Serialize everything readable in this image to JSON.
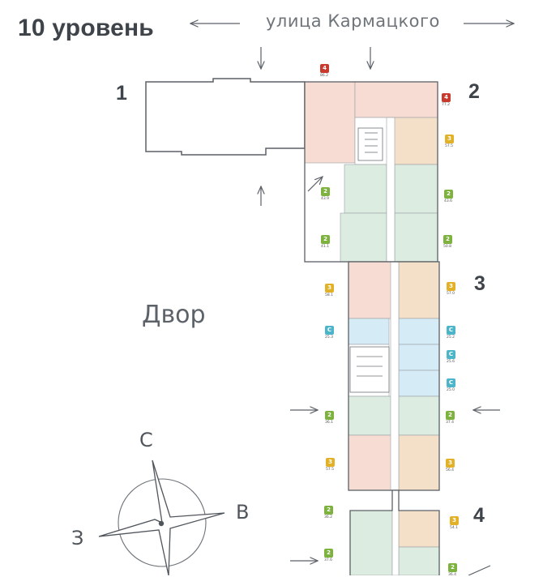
{
  "title": "10 уровень",
  "street": "улица Кармацкого",
  "yard": "Двор",
  "sections": [
    "1",
    "2",
    "3",
    "4"
  ],
  "compass": {
    "north": "С",
    "east": "В",
    "west": "З"
  },
  "colors": {
    "rooms_4": "#c93a2e",
    "rooms_3": "#e3b128",
    "rooms_2": "#7eb23f",
    "studio": "#4db5c9",
    "fill_pink": "#f7dcd3",
    "fill_orange": "#f4e0c8",
    "fill_green": "#dcece1",
    "fill_blue": "#d5ebf6"
  },
  "apartments": [
    {
      "rooms": "4",
      "area": "86.2"
    },
    {
      "rooms": "4",
      "area": "77.2"
    },
    {
      "rooms": "3",
      "area": "57.5"
    },
    {
      "rooms": "2",
      "area": "43.9"
    },
    {
      "rooms": "2",
      "area": "43.6"
    },
    {
      "rooms": "2",
      "area": "41.1"
    },
    {
      "rooms": "2",
      "area": "50.8"
    },
    {
      "rooms": "3",
      "area": "58.1"
    },
    {
      "rooms": "3",
      "area": "57.0"
    },
    {
      "rooms": "С",
      "area": "25.3"
    },
    {
      "rooms": "С",
      "area": "25.2"
    },
    {
      "rooms": "С",
      "area": "25.6"
    },
    {
      "rooms": "С",
      "area": "25.0"
    },
    {
      "rooms": "2",
      "area": "36.1"
    },
    {
      "rooms": "2",
      "area": "37.4"
    },
    {
      "rooms": "3",
      "area": "57.5"
    },
    {
      "rooms": "3",
      "area": "56.4"
    },
    {
      "rooms": "2",
      "area": "36.2"
    },
    {
      "rooms": "3",
      "area": "54.1"
    },
    {
      "rooms": "2",
      "area": "37.6"
    },
    {
      "rooms": "2",
      "area": "36.4"
    }
  ]
}
